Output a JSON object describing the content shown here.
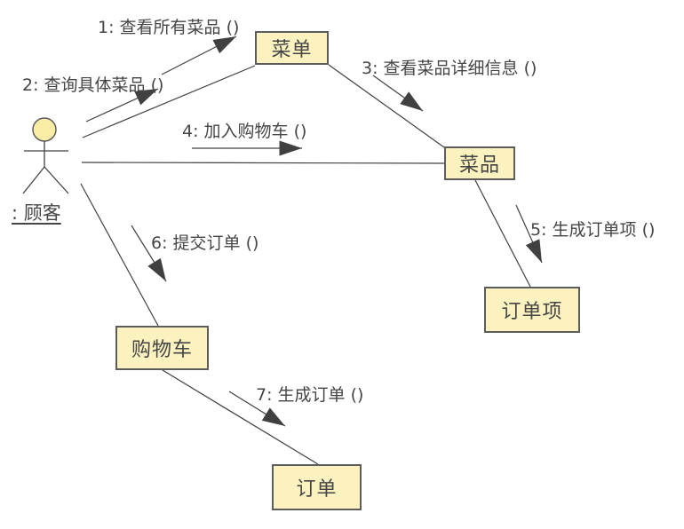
{
  "diagram": {
    "type": "uml-communication-diagram",
    "actor": {
      "label": ": 顾客"
    },
    "objects": [
      {
        "id": "menu",
        "label": "菜单"
      },
      {
        "id": "dish",
        "label": "菜品"
      },
      {
        "id": "order_item",
        "label": "订单项"
      },
      {
        "id": "cart",
        "label": "购物车"
      },
      {
        "id": "order",
        "label": "订单"
      }
    ],
    "messages": [
      {
        "seq": 1,
        "label": "1: 查看所有菜品 ()",
        "from": "顾客",
        "to": "菜单"
      },
      {
        "seq": 2,
        "label": "2: 查询具体菜品 ()",
        "from": "顾客",
        "to": "菜单"
      },
      {
        "seq": 3,
        "label": "3: 查看菜品详细信息 ()",
        "from": "菜单",
        "to": "菜品"
      },
      {
        "seq": 4,
        "label": "4: 加入购物车 ()",
        "from": "顾客",
        "to": "菜品"
      },
      {
        "seq": 5,
        "label": "5: 生成订单项 ()",
        "from": "菜品",
        "to": "订单项"
      },
      {
        "seq": 6,
        "label": "6: 提交订单 ()",
        "from": "顾客",
        "to": "购物车"
      },
      {
        "seq": 7,
        "label": "7: 生成订单 ()",
        "from": "购物车",
        "to": "订单"
      }
    ],
    "colors": {
      "object_fill": "#fcf2c0",
      "object_border": "#5c5c5c",
      "actor_head_fill": "#fbeca6",
      "line": "#404040",
      "text": "#454545"
    }
  }
}
